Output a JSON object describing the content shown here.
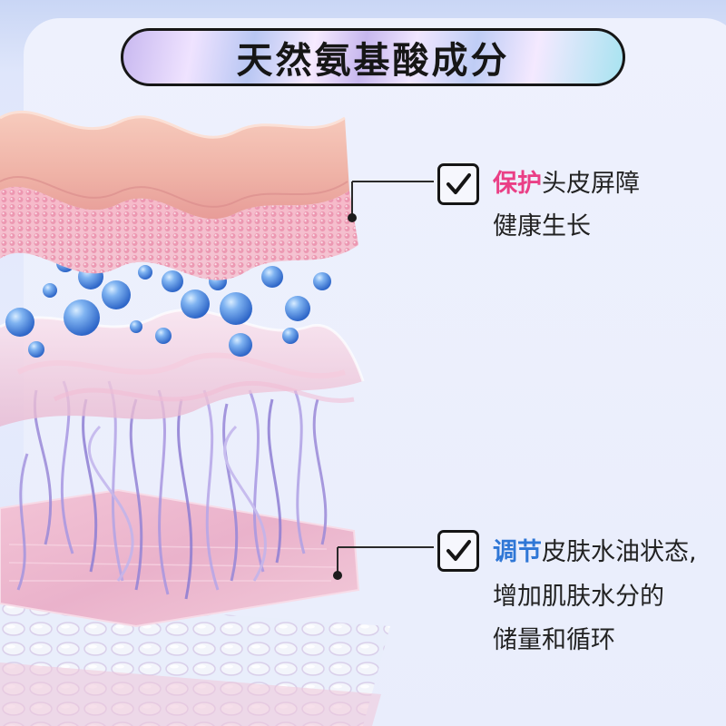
{
  "title": "天然氨基酸成分",
  "callouts": [
    {
      "accent": "保护",
      "accent_color": "#ea3f86",
      "rest": "头皮屏障",
      "line2": "健康生长"
    },
    {
      "accent": "调节",
      "accent_color": "#2f77d6",
      "rest": "皮肤水油状态,",
      "line2": "增加肌肤水分的",
      "line3": "储量和循环"
    }
  ],
  "icons": {
    "checkbox": "checkmark-icon"
  },
  "colors": {
    "background": "#e6ebfc",
    "skin_top": "#f2b9ac",
    "skin_mesh": "#f1a7bd",
    "bubble": "#5c95e6",
    "fiber": "#a390dd",
    "lower_layer": "#f0bfd6"
  }
}
